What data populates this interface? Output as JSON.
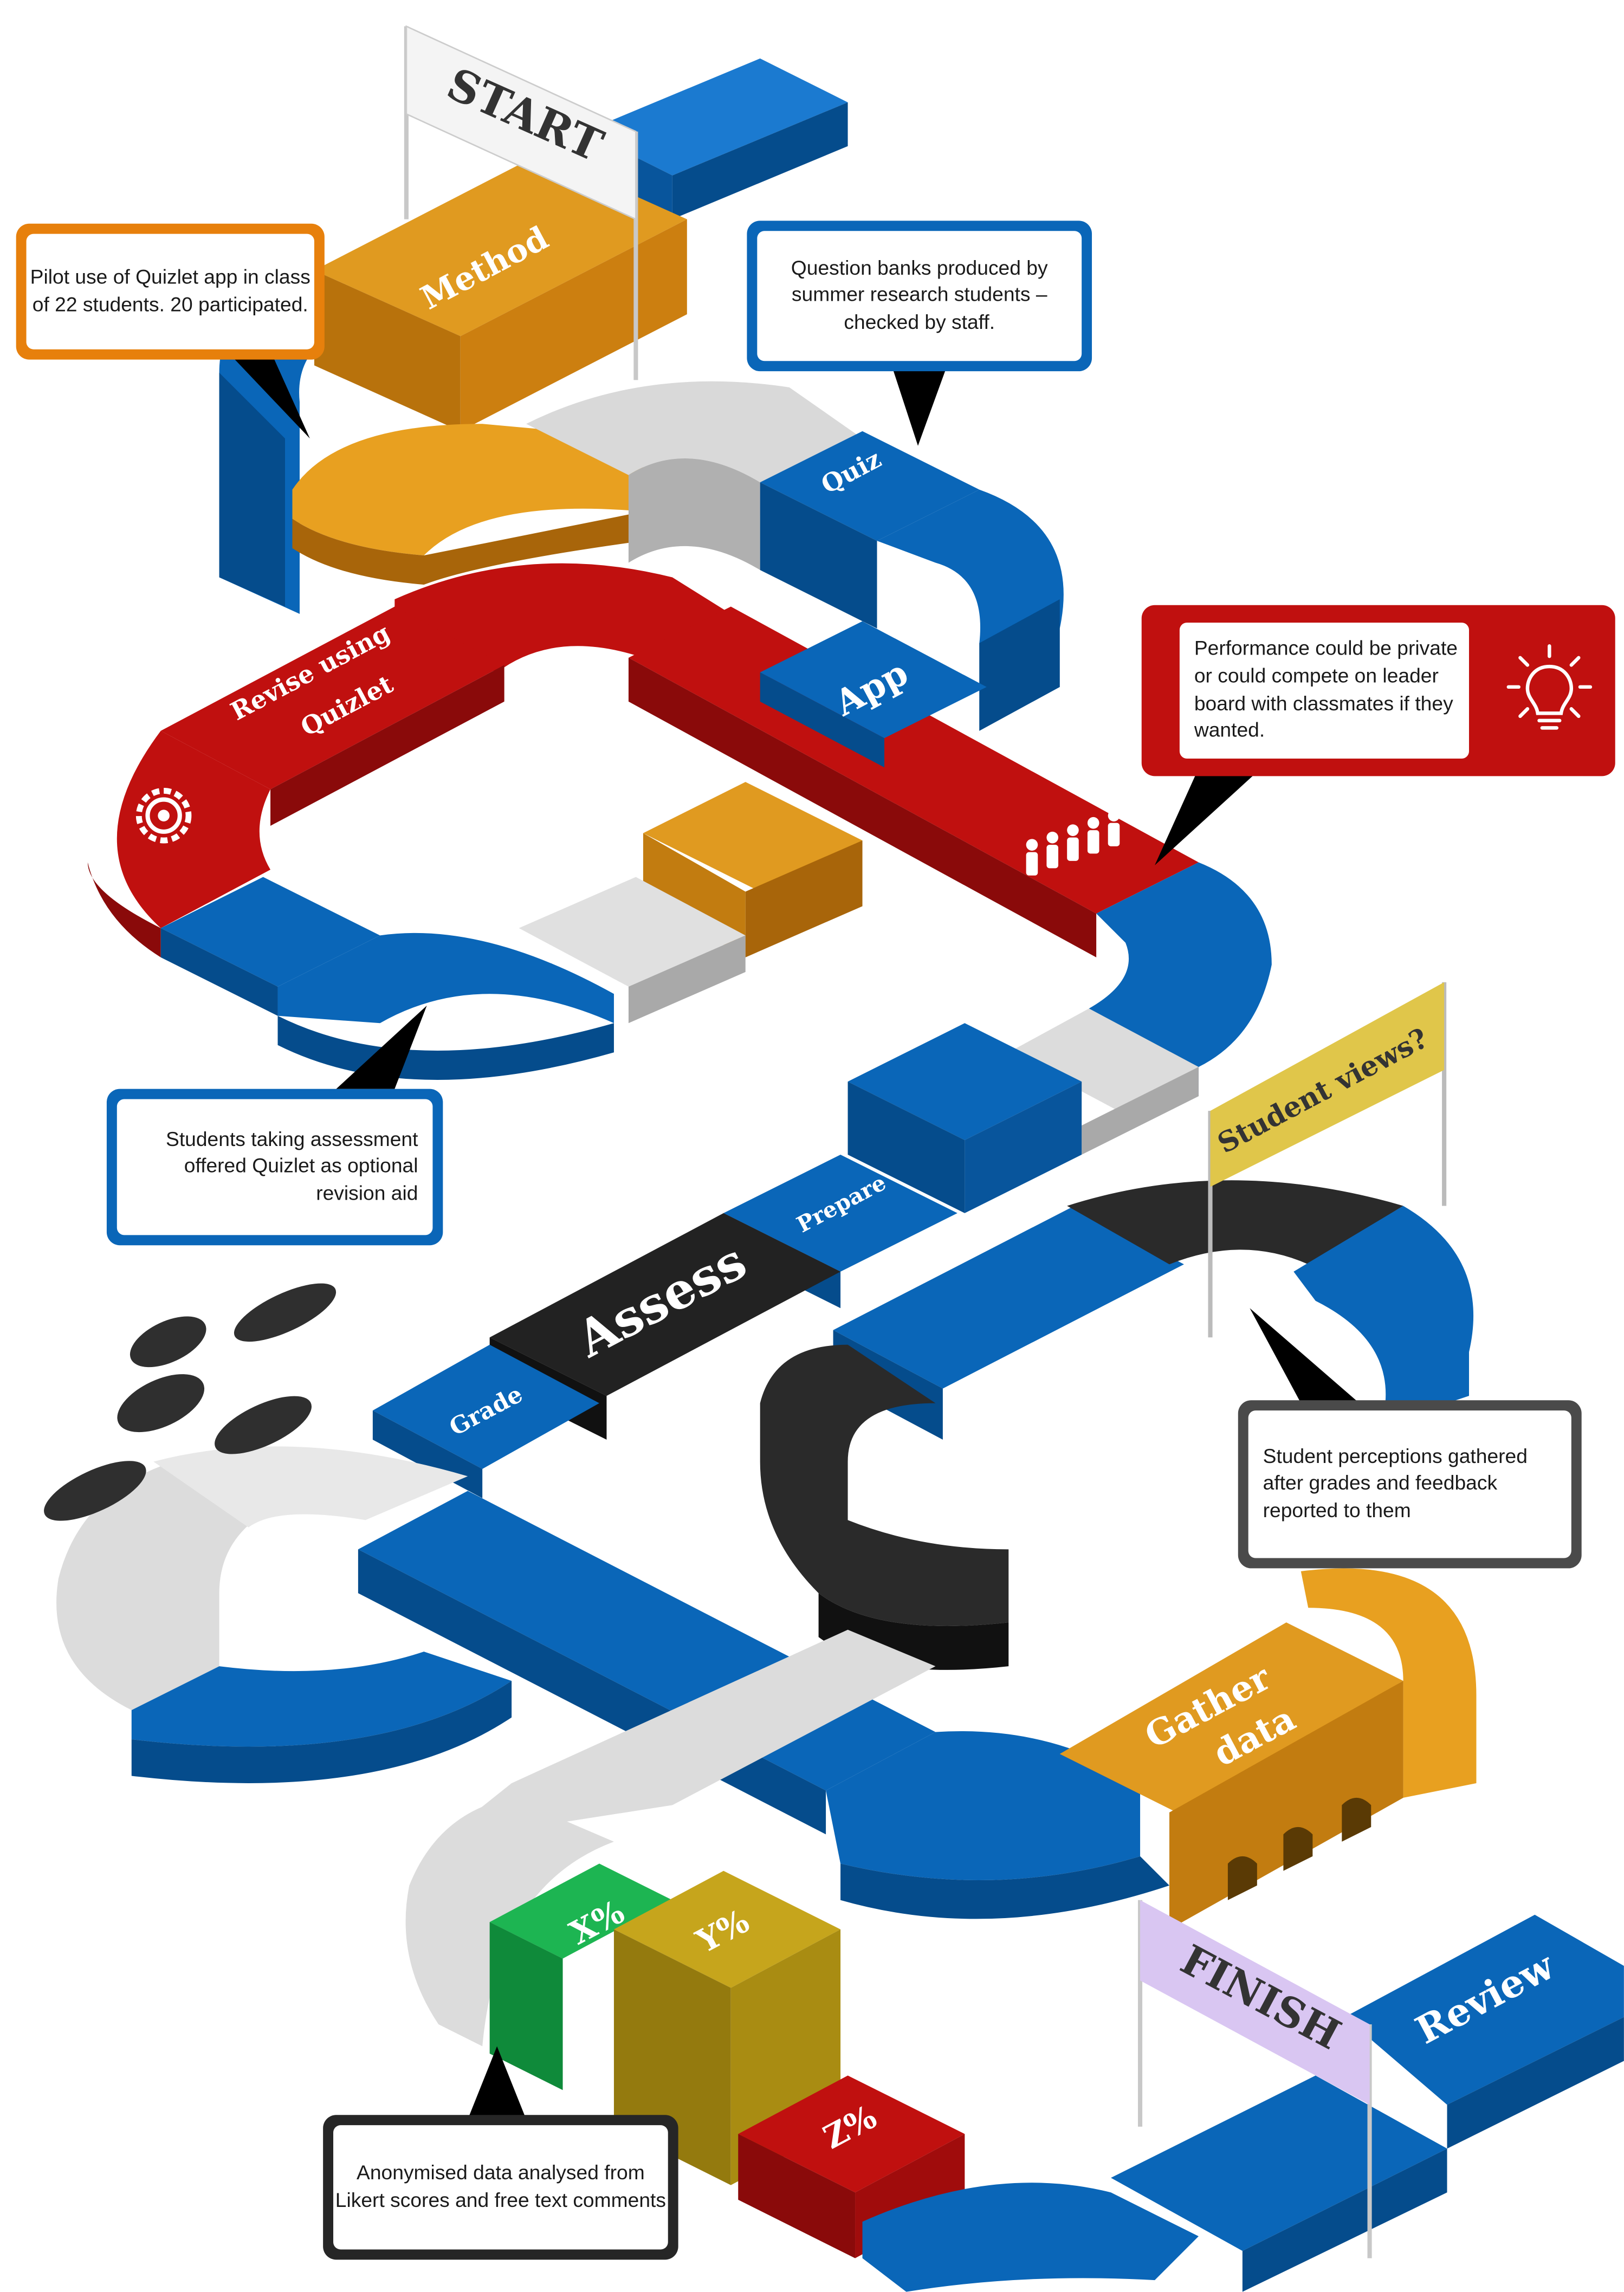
{
  "colors": {
    "blue": "#0a66b8",
    "blue_dark": "#054c8c",
    "red": "#c0100f",
    "red_dark": "#8a0a0a",
    "orange": "#d98a12",
    "orange_dark": "#a8650a",
    "grey": "#d9d9d9",
    "grey_dark": "#a9a9a9",
    "black": "#2a2a2a",
    "green": "#15a445",
    "olive": "#b89a16",
    "finish_flag": "#d9c6f2",
    "views_flag": "#e0c64a"
  },
  "flags": {
    "start": "START",
    "finish": "FINISH",
    "student_views": "Student views?"
  },
  "tiles": {
    "method": "Method",
    "quiz": "Quiz",
    "app": "App",
    "revise_line1": "Revise using",
    "revise_line2": "Quizlet",
    "prepare": "Prepare",
    "assess": "Assess",
    "grade": "Grade",
    "gather_line1": "Gather",
    "gather_line2": "data",
    "x_pct": "X%",
    "y_pct": "Y%",
    "z_pct": "Z%",
    "review": "Review"
  },
  "icons": [
    "gear-icon",
    "people-icon",
    "lightbulb-icon",
    "cloud-icon"
  ],
  "callouts": {
    "pilot": "Pilot use of Quizlet app in class of 22 students. 20 participated.",
    "question_banks": "Question banks produced by summer research students – checked by staff.",
    "performance": "Performance could be private or could compete on leader board with classmates if they wanted.",
    "students_taking": "Students taking assessment offered Quizlet as optional revision aid",
    "perceptions": "Student perceptions gathered after grades and feedback reported to them",
    "anonymised": "Anonymised data analysed from Likert scores and free text comments"
  }
}
